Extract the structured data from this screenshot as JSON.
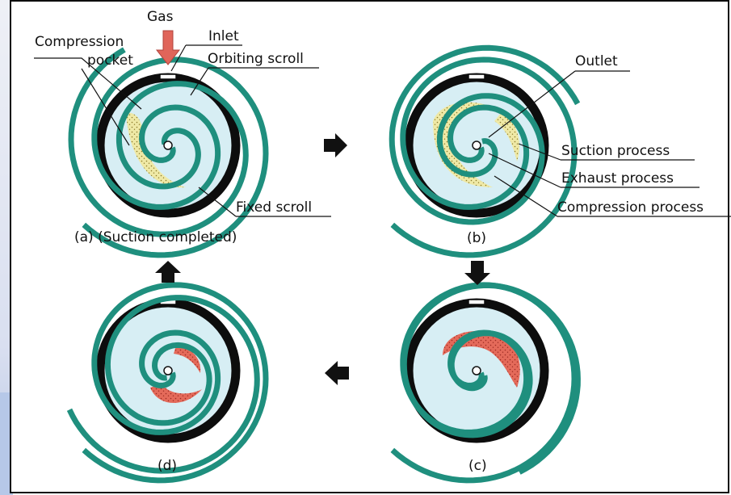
{
  "labels": {
    "gas": "Gas",
    "inlet": "Inlet",
    "compression_line1": "Compression",
    "compression_line2": "pocket",
    "orbiting_scroll": "Orbiting scroll",
    "fixed_scroll": "Fixed scroll",
    "outlet": "Outlet",
    "suction_process": "Suction process",
    "exhaust_process": "Exhaust process",
    "compression_process": "Compression process"
  },
  "captions": {
    "a": "(a) (Suction completed)",
    "b": "(b)",
    "c": "(c)",
    "d": "(d)"
  },
  "colors": {
    "housing": "#0d0d0d",
    "chamber": "#d7eef4",
    "scroll": "#1f8f7e",
    "suction_gas": "#efe9a6",
    "compressed_gas": "#e46a5a",
    "gas_arrow": "#e0655a"
  }
}
